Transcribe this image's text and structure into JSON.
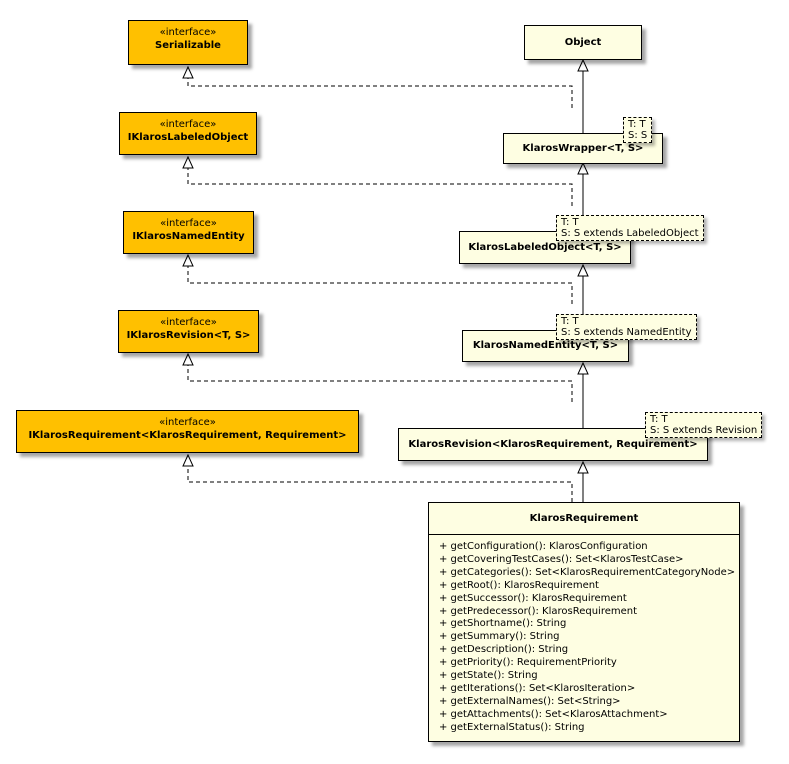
{
  "interfaces": [
    {
      "stereotype": "«interface»",
      "name": "Serializable"
    },
    {
      "stereotype": "«interface»",
      "name": "IKlarosLabeledObject"
    },
    {
      "stereotype": "«interface»",
      "name": "IKlarosNamedEntity"
    },
    {
      "stereotype": "«interface»",
      "name": "IKlarosRevision<T, S>"
    },
    {
      "stereotype": "«interface»",
      "name": "IKlarosRequirement<KlarosRequirement, Requirement>"
    }
  ],
  "classes": [
    {
      "name": "Object"
    },
    {
      "name": "KlarosWrapper<T, S>",
      "params": [
        "T: T",
        "S: S"
      ]
    },
    {
      "name": "KlarosLabeledObject<T, S>",
      "params": [
        "T: T",
        "S: S extends LabeledObject"
      ]
    },
    {
      "name": "KlarosNamedEntity<T, S>",
      "params": [
        "T: T",
        "S: S extends NamedEntity"
      ]
    },
    {
      "name": "KlarosRevision<KlarosRequirement, Requirement>",
      "params": [
        "T: T",
        "S: S extends Revision"
      ]
    }
  ],
  "requirement": {
    "name": "KlarosRequirement",
    "methods": [
      "+ getConfiguration(): KlarosConfiguration",
      "+ getCoveringTestCases(): Set<KlarosTestCase>",
      "+ getCategories(): Set<KlarosRequirementCategoryNode>",
      "+ getRoot(): KlarosRequirement",
      "+ getSuccessor(): KlarosRequirement",
      "+ getPredecessor(): KlarosRequirement",
      "+ getShortname(): String",
      "+ getSummary(): String",
      "+ getDescription(): String",
      "+ getPriority(): RequirementPriority",
      "+ getState(): String",
      "+ getIterations(): Set<KlarosIteration>",
      "+ getExternalNames(): Set<String>",
      "+ getAttachments(): Set<KlarosAttachment>",
      "+ getExternalStatus(): String"
    ]
  },
  "colors": {
    "interface": "#ffc000",
    "class": "#fefee2"
  }
}
